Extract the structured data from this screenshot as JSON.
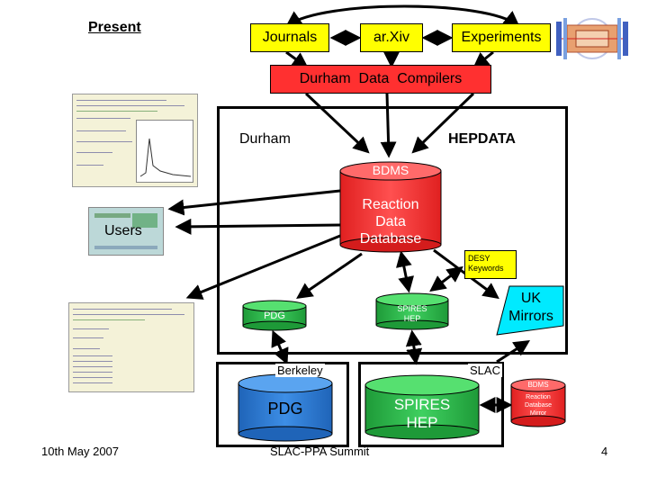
{
  "present_label": "Present",
  "sources": {
    "journals": "Journals",
    "arxiv": "ar.Xiv",
    "experiments": "Experiments"
  },
  "compilers": "Durham  Data  Compilers",
  "durham_label": "Durham",
  "hepdata_label": "HEPDATA",
  "database": {
    "header": "BDMS",
    "body": "Reaction\nData\nDatabase"
  },
  "users_label": "Users",
  "desy_label": "DESY\nKeywords",
  "uk_mirrors": "UK\nMirrors",
  "pdg_small": "PDG",
  "spires_small": "SPIRES\nHEP",
  "berkeley_label": "Berkeley",
  "slac_label": "SLAC",
  "pdg_large": "PDG",
  "spires_large": "SPIRES\nHEP",
  "mirror_db": {
    "header": "BDMS",
    "body": "Reaction\nDatabase\nMirror"
  },
  "footer": {
    "date": "10th May 2007",
    "event": "SLAC-PPA Summit",
    "page": "4"
  },
  "colors": {
    "yellow": "#ffff00",
    "red": "#ff3030",
    "green": "#2db84a",
    "cyan": "#00eaff",
    "cyl_blue": "#2a7fd6"
  }
}
